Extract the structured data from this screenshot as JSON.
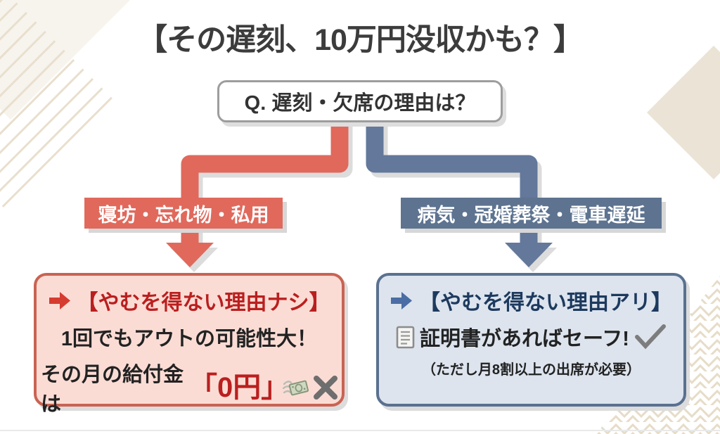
{
  "title": "【その遅刻、10万円没収かも？】",
  "question": {
    "label": "Q. 遅刻・欠席の理由は？"
  },
  "branches": {
    "left": {
      "label": "寝坊・忘れ物・私用",
      "result": {
        "heading": "【やむを得ない理由ナシ】",
        "line2": "1回でもアウトの可能性大！",
        "line3_prefix": "その月の給付金は",
        "line3_amount": "「0円」",
        "icons": [
          "arrow-right-icon",
          "money-with-wings-icon",
          "cross-x-icon"
        ]
      }
    },
    "right": {
      "label": "病気・冠婚葬祭・電車遅延",
      "result": {
        "heading": "【やむを得ない理由アリ】",
        "line2": "証明書があればセーフ!",
        "line3": "（ただし月8割以上の出席が必要）",
        "icons": [
          "arrow-right-icon",
          "document-icon",
          "checkmark-icon"
        ]
      }
    }
  },
  "colors": {
    "accent_red": "#e0695c",
    "accent_blue": "#5d7390",
    "deep_red_text": "#ba1f1f",
    "navy_text": "#1d3a5e",
    "pink_box_bg": "#fbdcd4",
    "blue_box_bg": "#dde4ee",
    "red_box_border": "#c96353",
    "blue_box_border": "#5a7190",
    "title_text": "#3c3c3c",
    "beige_decoration": "#ebe3d5",
    "shadow_gray": "#dcdcdc"
  }
}
